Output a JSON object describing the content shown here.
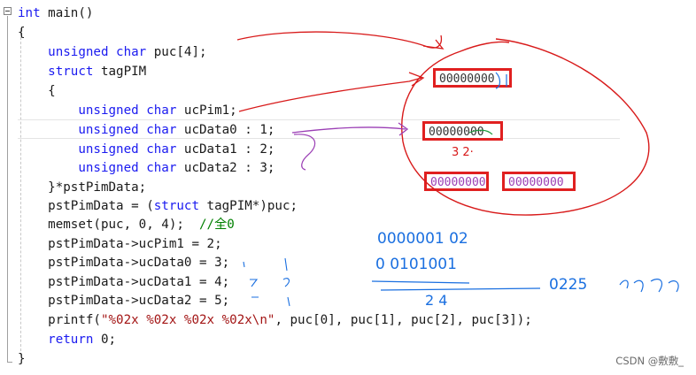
{
  "editor": {
    "lines": [
      {
        "parts": [
          {
            "t": "int",
            "c": "kw"
          },
          {
            "t": " main()",
            "c": ""
          }
        ]
      },
      {
        "parts": [
          {
            "t": "{",
            "c": ""
          }
        ]
      },
      {
        "parts": [
          {
            "t": "    ",
            "c": ""
          },
          {
            "t": "unsigned char",
            "c": "kw"
          },
          {
            "t": " puc[4];",
            "c": ""
          }
        ]
      },
      {
        "parts": [
          {
            "t": "    ",
            "c": ""
          },
          {
            "t": "struct",
            "c": "kw"
          },
          {
            "t": " tagPIM",
            "c": ""
          }
        ]
      },
      {
        "parts": [
          {
            "t": "    {",
            "c": ""
          }
        ]
      },
      {
        "parts": [
          {
            "t": "        ",
            "c": ""
          },
          {
            "t": "unsigned char",
            "c": "kw"
          },
          {
            "t": " ucPim1;",
            "c": ""
          }
        ]
      },
      {
        "parts": [
          {
            "t": "        ",
            "c": ""
          },
          {
            "t": "unsigned char",
            "c": "kw"
          },
          {
            "t": " ucData0 : 1;",
            "c": ""
          }
        ]
      },
      {
        "parts": [
          {
            "t": "        ",
            "c": ""
          },
          {
            "t": "unsigned char",
            "c": "kw"
          },
          {
            "t": " ucData1 : 2;",
            "c": ""
          }
        ]
      },
      {
        "parts": [
          {
            "t": "        ",
            "c": ""
          },
          {
            "t": "unsigned char",
            "c": "kw"
          },
          {
            "t": " ucData2 : 3;",
            "c": ""
          }
        ]
      },
      {
        "parts": [
          {
            "t": "    }*pstPimData;",
            "c": ""
          }
        ]
      },
      {
        "parts": [
          {
            "t": "    pstPimData = (",
            "c": ""
          },
          {
            "t": "struct",
            "c": "kw"
          },
          {
            "t": " tagPIM*)puc;",
            "c": ""
          }
        ]
      },
      {
        "parts": [
          {
            "t": "    memset(puc, 0, 4);  ",
            "c": ""
          },
          {
            "t": "//全0",
            "c": "cm"
          }
        ]
      },
      {
        "parts": [
          {
            "t": "    pstPimData->ucPim1 = 2;",
            "c": ""
          }
        ]
      },
      {
        "parts": [
          {
            "t": "    pstPimData->ucData0 = 3;",
            "c": ""
          }
        ]
      },
      {
        "parts": [
          {
            "t": "    pstPimData->ucData1 = 4;",
            "c": ""
          }
        ]
      },
      {
        "parts": [
          {
            "t": "    pstPimData->ucData2 = 5;",
            "c": ""
          }
        ]
      },
      {
        "parts": [
          {
            "t": "    printf(",
            "c": ""
          },
          {
            "t": "\"%02x %02x %02x %02x\\n\"",
            "c": "str"
          },
          {
            "t": ", puc[0], puc[1], puc[2], puc[3]);",
            "c": ""
          }
        ]
      },
      {
        "parts": [
          {
            "t": "    ",
            "c": ""
          },
          {
            "t": "return",
            "c": "kw"
          },
          {
            "t": " 0;",
            "c": ""
          }
        ]
      },
      {
        "parts": [
          {
            "t": "}",
            "c": ""
          }
        ]
      }
    ]
  },
  "annotations": {
    "box1": "00000000",
    "box2": "00000000",
    "box3": "00000000",
    "box4": "00000000",
    "scribble1": "0000001 02",
    "scribble2": "0 0101001",
    "scribble3": "2    4",
    "scribble4": "0225"
  },
  "watermark": "CSDN @敷敷_",
  "colors": {
    "keyword": "#1a1af0",
    "string": "#a31515",
    "comment": "#008000",
    "redbox": "#e02020",
    "purple": "#9b3fb5",
    "ink_blue": "#1a6fe0"
  }
}
